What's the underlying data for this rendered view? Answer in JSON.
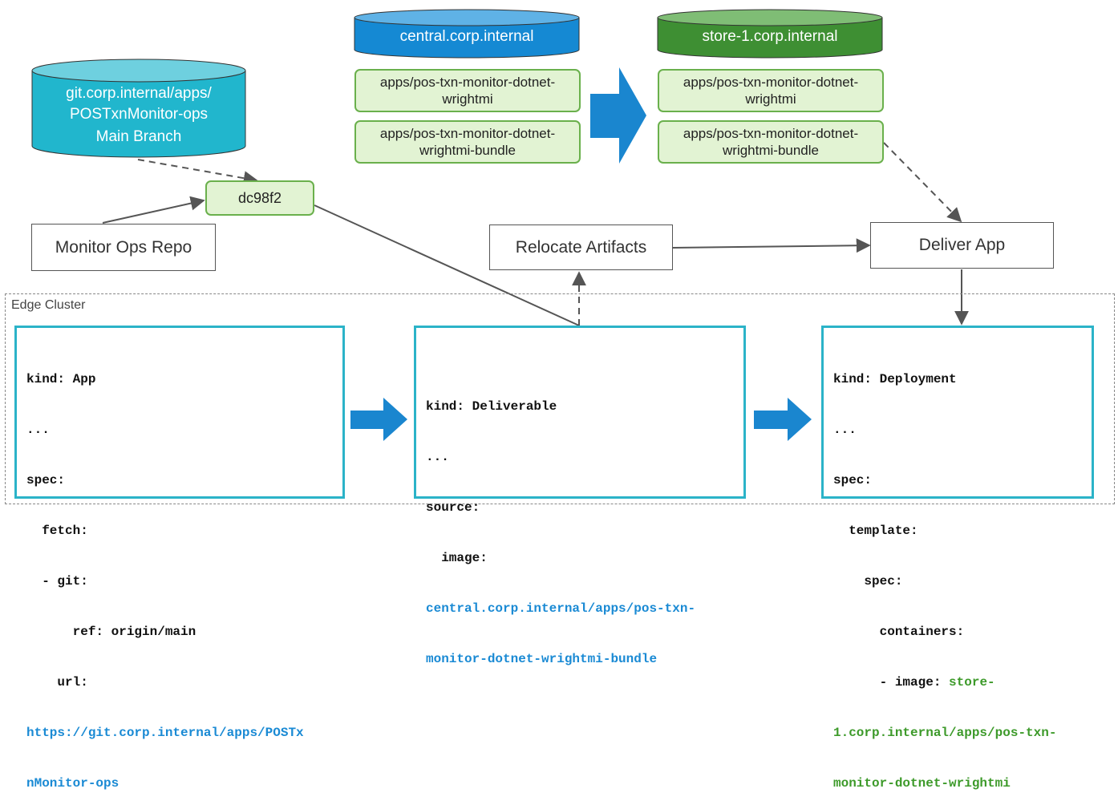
{
  "git_repo": {
    "line1": "git.corp.internal/apps/",
    "line2": "POSTxnMonitor-ops",
    "line3": "Main Branch",
    "color": "#21b6cd"
  },
  "central_registry": {
    "title": "central.corp.internal",
    "color": "#1589d3",
    "artifacts": [
      {
        "line1": "apps/pos-txn-monitor-dotnet-",
        "line2": "wrightmi"
      },
      {
        "line1": "apps/pos-txn-monitor-dotnet-",
        "line2": "wrightmi-bundle"
      }
    ]
  },
  "store_registry": {
    "title": "store-1.corp.internal",
    "color": "#3e8f33",
    "artifacts": [
      {
        "line1": "apps/pos-txn-monitor-dotnet-",
        "line2": "wrightmi"
      },
      {
        "line1": "apps/pos-txn-monitor-dotnet-",
        "line2": "wrightmi-bundle"
      }
    ]
  },
  "commit": {
    "label": "dc98f2"
  },
  "nodes": {
    "monitor_ops_repo": "Monitor Ops Repo",
    "relocate_artifacts": "Relocate Artifacts",
    "deliver_app": "Deliver App"
  },
  "cluster": {
    "label": "Edge Cluster"
  },
  "app_yaml": {
    "lines": [
      "kind: App",
      "...",
      "spec:",
      "  fetch:",
      "  - git:",
      "      ref: origin/main",
      "    url:"
    ],
    "url_line1": "https://git.corp.internal/apps/POSTx",
    "url_line2": "nMonitor-ops"
  },
  "deliverable_yaml": {
    "lines": [
      "kind: Deliverable",
      "...",
      "source:",
      "  image:"
    ],
    "url_line1": "central.corp.internal/apps/pos-txn-",
    "url_line2": "monitor-dotnet-wrightmi-bundle"
  },
  "deployment_yaml": {
    "lines": [
      "kind: Deployment",
      "...",
      "spec:",
      "  template:",
      "    spec:",
      "      containers:"
    ],
    "image_prefix": "      - image: ",
    "image_line1": "store-",
    "image_line2": "1.corp.internal/apps/pos-txn-",
    "image_line3": "monitor-dotnet-wrightmi"
  },
  "colors": {
    "arrow_blue": "#1a86cf",
    "panel_border": "#2bb3c8",
    "artifact_fill": "#e2f3d3",
    "artifact_border": "#6ab04c"
  }
}
